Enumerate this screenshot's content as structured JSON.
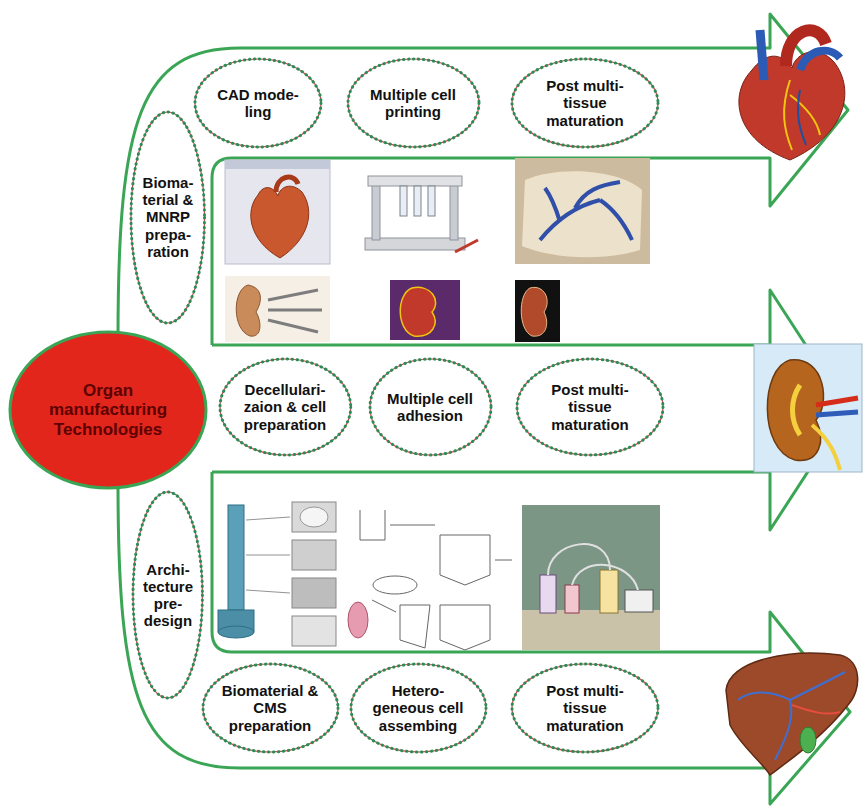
{
  "diagram": {
    "nodes": [
      {
        "text": [
          "Organ manufacturing Technologies"
        ]
      },
      {
        "text": [
          "CAD mode- ling"
        ]
      },
      {
        "text": [
          "Multiple cell printing"
        ]
      },
      {
        "text": [
          "Post multi- tissue maturation"
        ]
      },
      {
        "text": [
          "Bioma- terial & MNRP prepa- ration"
        ]
      },
      {
        "text": [
          "Decellulari- zaion & cell preparation"
        ]
      },
      {
        "text": [
          "Multiple cell adhesion"
        ]
      },
      {
        "text": [
          "Post multi- tissue maturation"
        ]
      },
      {
        "text": [
          "Archi- tecture pre- design"
        ]
      },
      {
        "text": [
          "Biomaterial & CMS preparation"
        ]
      },
      {
        "text": [
          "Hetero- geneous cell assembing"
        ]
      },
      {
        "text": [
          "Post multi- tissue maturation"
        ]
      }
    ]
  }
}
